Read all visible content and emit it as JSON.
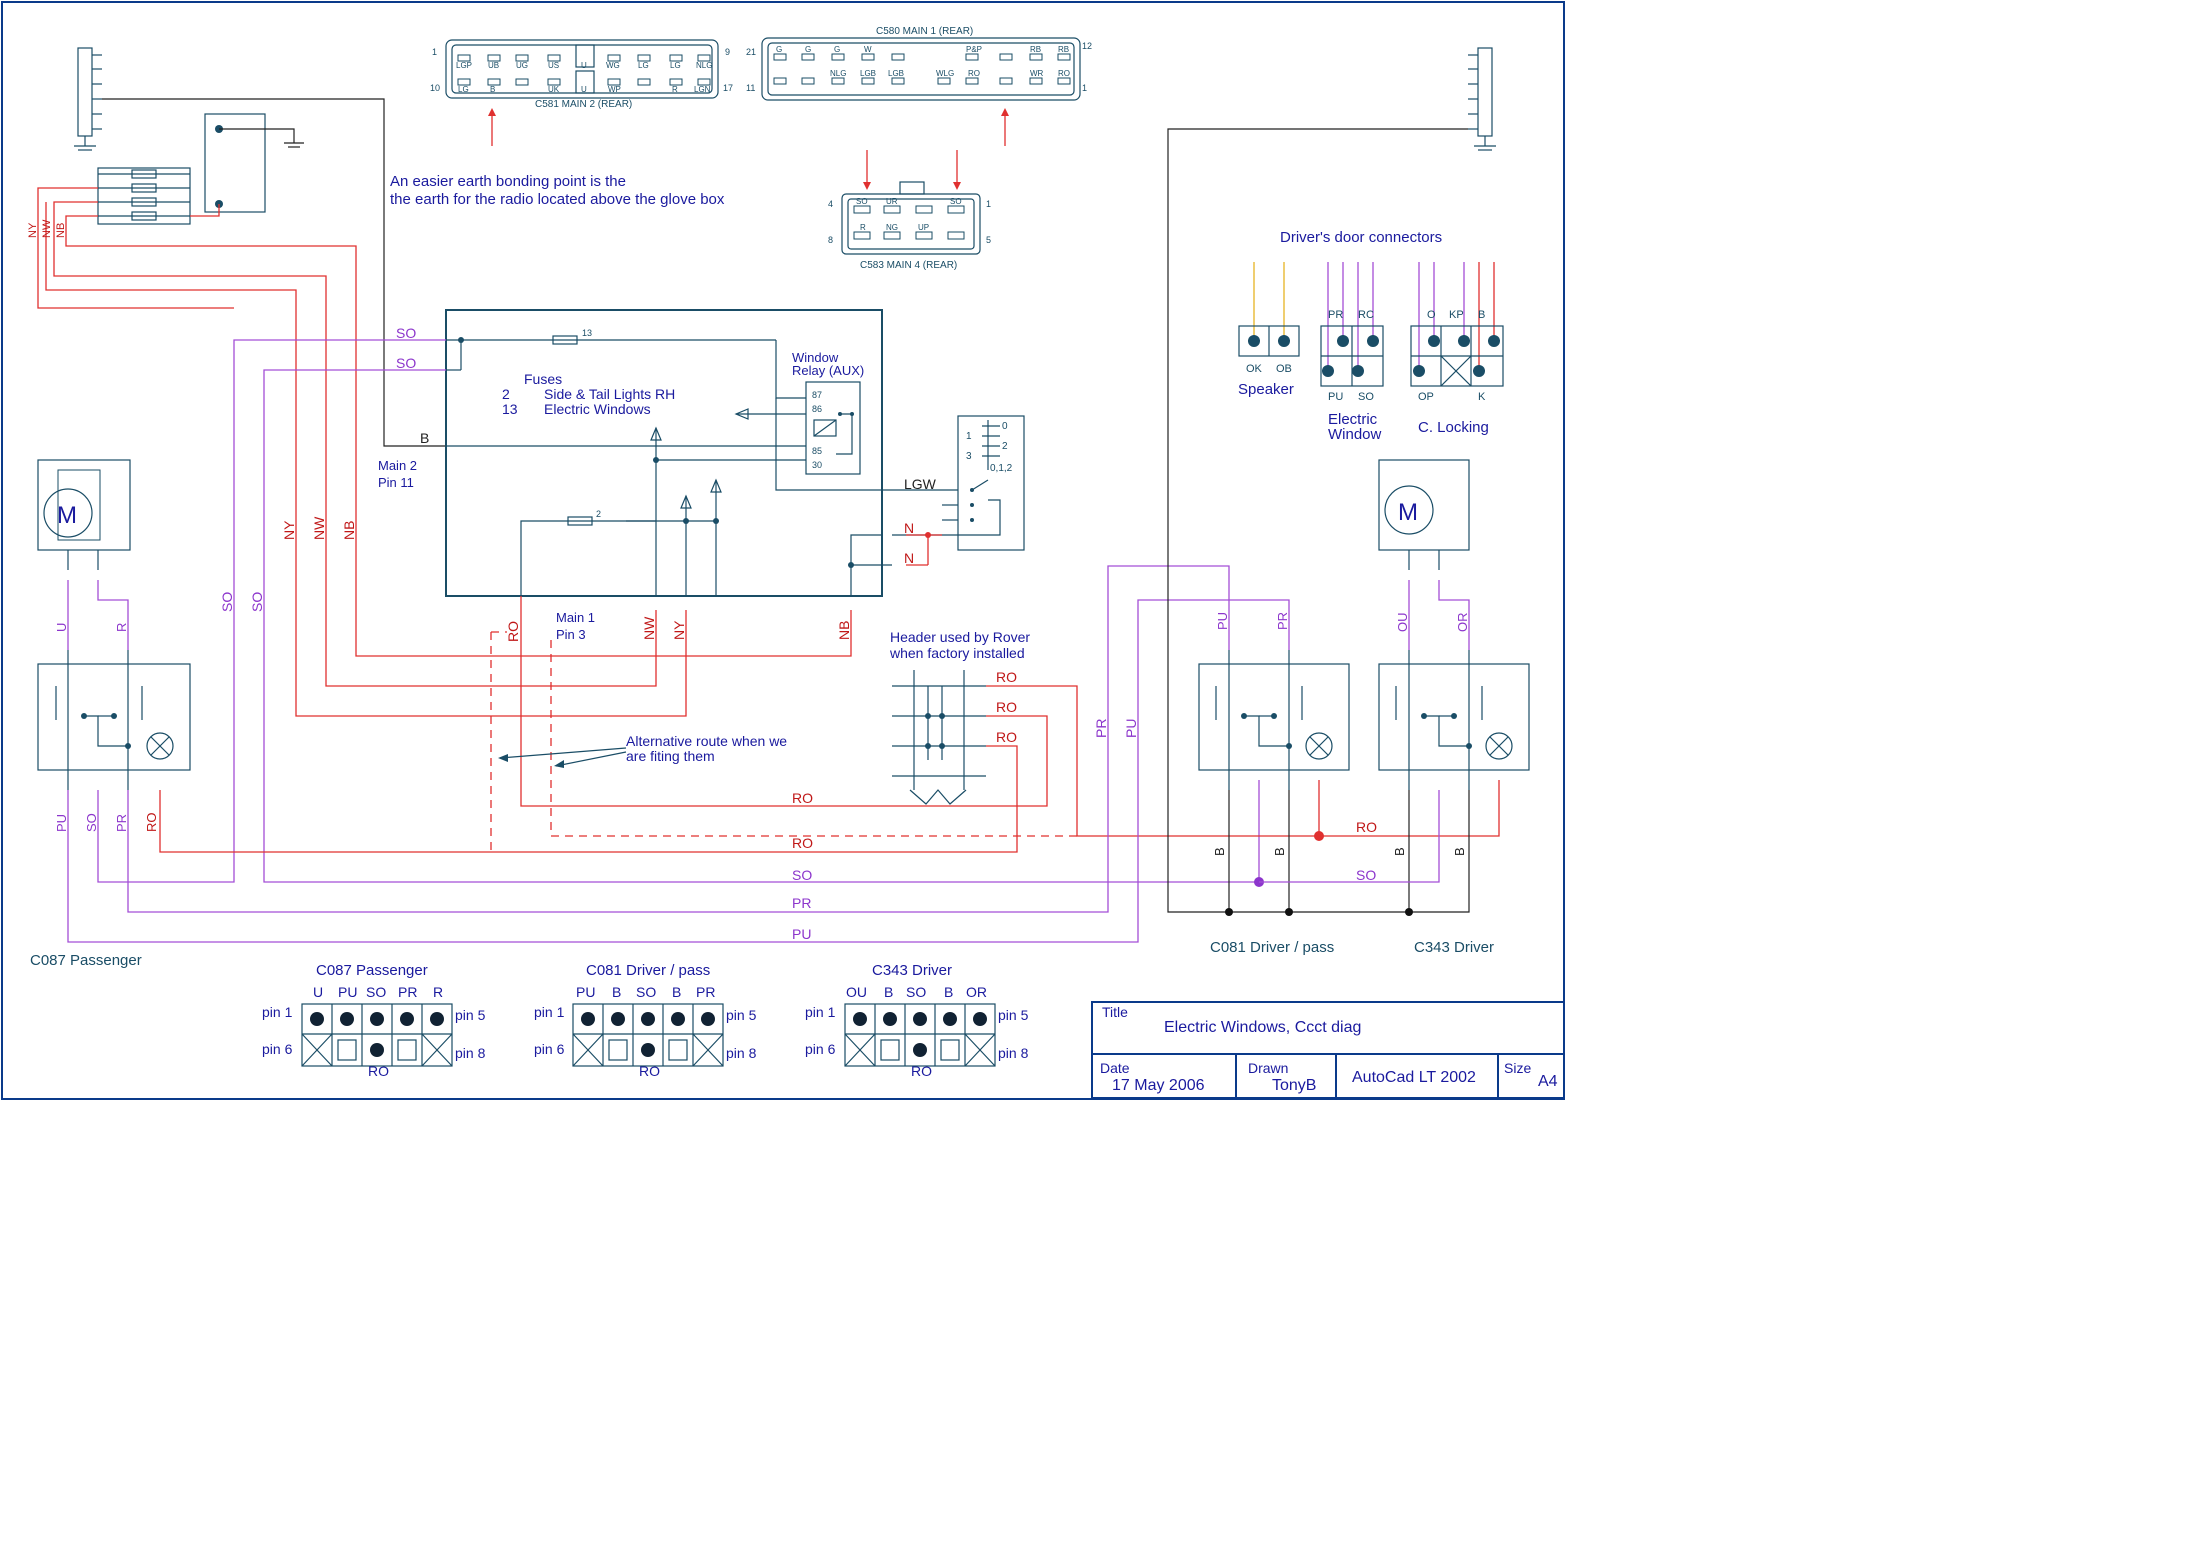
{
  "notes": {
    "earth_line1": "An easier earth bonding point is the",
    "earth_line2": "the earth for the radio located above the glove box",
    "alt_line1": "Alternative route when we",
    "alt_line2": "are fiting them",
    "header_line1": "Header used by Rover",
    "header_line2": "when factory installed",
    "door_connectors": "Driver's door connectors"
  },
  "connectors": {
    "c581": "C581  MAIN 2 (REAR)",
    "c580": "C580  MAIN 1 (REAR)",
    "c583": "C583  MAIN 4 (REAR)",
    "c581_top": [
      "LGP",
      "UB",
      "UG",
      "US",
      "U",
      "WG",
      "LG",
      "LG",
      "NLG"
    ],
    "c581_bot": [
      "LG",
      "B",
      "",
      "UK",
      "U",
      "WP",
      "R",
      "LGN"
    ],
    "c580_top": [
      "G",
      "G",
      "G",
      "W",
      "",
      "P&P",
      "",
      "RB",
      "RB"
    ],
    "c580_bot": [
      "",
      "",
      "NLG",
      "LGB",
      "LGB",
      "WLG",
      "RO",
      "WR",
      "RO"
    ],
    "c583_top": [
      "SO",
      "UR",
      "",
      "SO"
    ],
    "c583_bot": [
      "R",
      "NG",
      "UP",
      ""
    ],
    "pin_nums": [
      "1",
      "10",
      "9",
      "17",
      "21",
      "11",
      "12",
      "1",
      "4",
      "8",
      "1",
      "5"
    ]
  },
  "fusebox": {
    "fuses_title": "Fuses",
    "fuse_rows": [
      {
        "num": "2",
        "desc": "Side & Tail Lights RH"
      },
      {
        "num": "13",
        "desc": "Electric Windows"
      }
    ],
    "fuse_13": "13",
    "fuse_2": "2",
    "relay_line1": "Window",
    "relay_line2": "Relay (AUX)",
    "relay_pins": [
      "87",
      "86",
      "85",
      "30"
    ],
    "main2_line1": "Main 2",
    "main2_line2": "Pin 11",
    "main1_line1": "Main 1",
    "main1_line2": "Pin 3"
  },
  "switch": {
    "positions": [
      "0",
      "1",
      "2",
      "3",
      "0,1,2"
    ]
  },
  "motor_label": "M",
  "wire_labels": {
    "so": "SO",
    "b": "B",
    "ny": "NY",
    "nw": "NW",
    "nb": "NB",
    "u": "U",
    "r": "R",
    "pu": "PU",
    "pr": "PR",
    "ro": "RO",
    "lgw": "LGW",
    "n": "N",
    "ou": "OU",
    "or": "OR",
    "ok": "OK",
    "ob": "OB",
    "rc": "RC",
    "o": "O",
    "kp": "KP",
    "op": "OP",
    "k": "K"
  },
  "door": {
    "speaker": "Speaker",
    "ew_line1": "Electric",
    "ew_line2": "Window",
    "locking": "C. Locking"
  },
  "bottom": {
    "c087_passenger": "C087 Passenger",
    "c081_driver_pass": "C081 Driver / pass",
    "c343_driver": "C343 Driver",
    "pin1": "pin 1",
    "pin5": "pin 5",
    "pin6": "pin 6",
    "pin8": "pin 8",
    "c087_heads": [
      "U",
      "PU",
      "SO",
      "PR",
      "R"
    ],
    "c081_heads": [
      "PU",
      "B",
      "SO",
      "B",
      "PR"
    ],
    "c343_heads": [
      "OU",
      "B",
      "SO",
      "B",
      "OR"
    ]
  },
  "title_block": {
    "title_label": "Title",
    "title": "Electric Windows, Ccct diag",
    "date_label": "Date",
    "date": "17 May 2006",
    "drawn_label": "Drawn",
    "drawn": "TonyB",
    "software": "AutoCad LT 2002",
    "size_label": "Size",
    "size": "A4"
  }
}
